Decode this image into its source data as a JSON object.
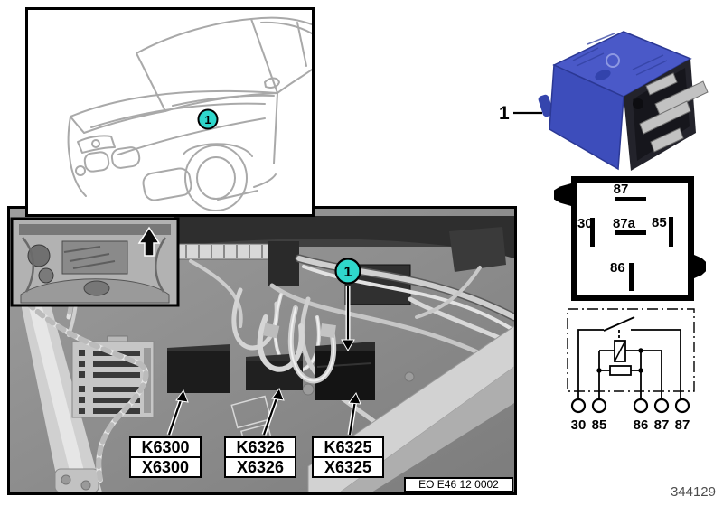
{
  "page": {
    "doc_number": "344129"
  },
  "car_view": {
    "callout": "1"
  },
  "relay_photo": {
    "callout": "1"
  },
  "engine_photo": {
    "callout": "1",
    "ref_code": "EO E46 12 0002",
    "labels": [
      {
        "relay_id": "K6300",
        "connector_id": "X6300"
      },
      {
        "relay_id": "K6326",
        "connector_id": "X6326"
      },
      {
        "relay_id": "K6325",
        "connector_id": "X6325"
      }
    ]
  },
  "pin_diagram": {
    "pin_top": "87",
    "pin_left": "30",
    "pin_center": "87a",
    "pin_right": "85",
    "pin_bottom": "86"
  },
  "schematic": {
    "terminals": [
      "30",
      "85",
      "86",
      "87",
      "87"
    ]
  },
  "colors": {
    "callout_fill": "#2FD7CB",
    "relay_body_blue": "#4455C2",
    "line_art_gray": "#A9A9A9"
  }
}
